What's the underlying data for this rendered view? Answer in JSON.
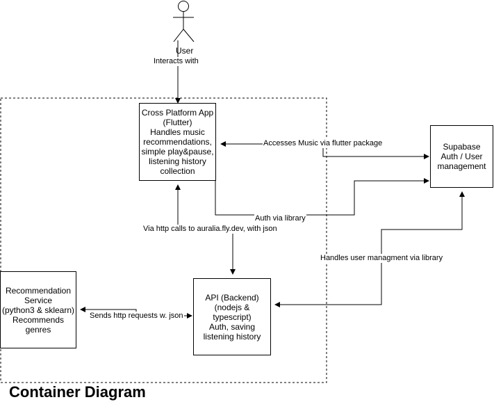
{
  "title": "Container Diagram",
  "actor": {
    "name": "User",
    "action": "Interacts with"
  },
  "nodes": {
    "app": {
      "lines": [
        "Cross Platform App",
        "(Flutter)",
        "Handles music",
        "recommendations,",
        "simple play&pause,",
        "listening history",
        "collection"
      ]
    },
    "supabase": {
      "lines": [
        "Supabase",
        "Auth / User",
        "management"
      ]
    },
    "recommendation": {
      "lines": [
        "Recommendation",
        "Service",
        "(python3 & sklearn)",
        "Recommends",
        "genres"
      ]
    },
    "api": {
      "lines": [
        "API (Backend)",
        "(nodejs &",
        "typescript)",
        "Auth, saving",
        "listening history"
      ]
    }
  },
  "edges": {
    "accesses_music": "Accesses Music via flutter package",
    "auth_via_library": "Auth via library",
    "http_calls": "Via http calls to auralia.fly.dev, with json",
    "user_management": "Handles user managment via library",
    "sends_http": "Sends http requests w. json"
  }
}
